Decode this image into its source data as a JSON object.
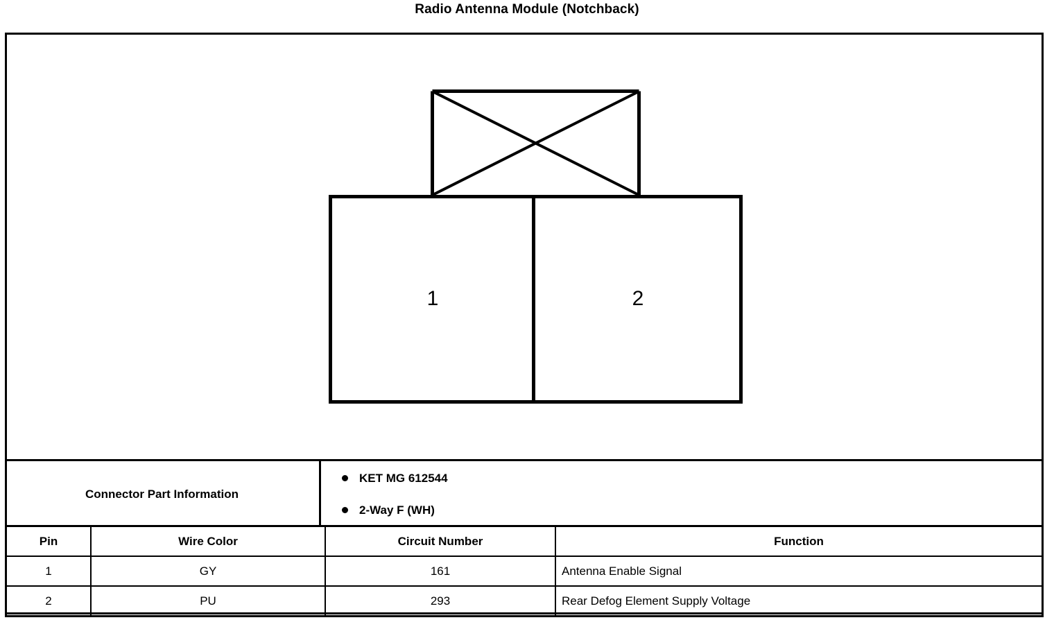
{
  "title": "Radio Antenna Module (Notchback)",
  "connector_diagram": {
    "shape_note": "crossed-rectangle-over-two-cavity-connector",
    "cavities": [
      {
        "label": "1"
      },
      {
        "label": "2"
      }
    ]
  },
  "connector_part_information": {
    "label": "Connector Part Information",
    "items": [
      "KET MG 612544",
      "2-Way F (WH)"
    ]
  },
  "pin_table": {
    "headers": [
      "Pin",
      "Wire Color",
      "Circuit Number",
      "Function"
    ],
    "rows": [
      {
        "pin": "1",
        "wire_color": "GY",
        "circuit_number": "161",
        "function": "Antenna Enable Signal"
      },
      {
        "pin": "2",
        "wire_color": "PU",
        "circuit_number": "293",
        "function": "Rear Defog Element Supply Voltage"
      }
    ]
  },
  "colors": {
    "ink": "#000000",
    "paper": "#ffffff"
  }
}
